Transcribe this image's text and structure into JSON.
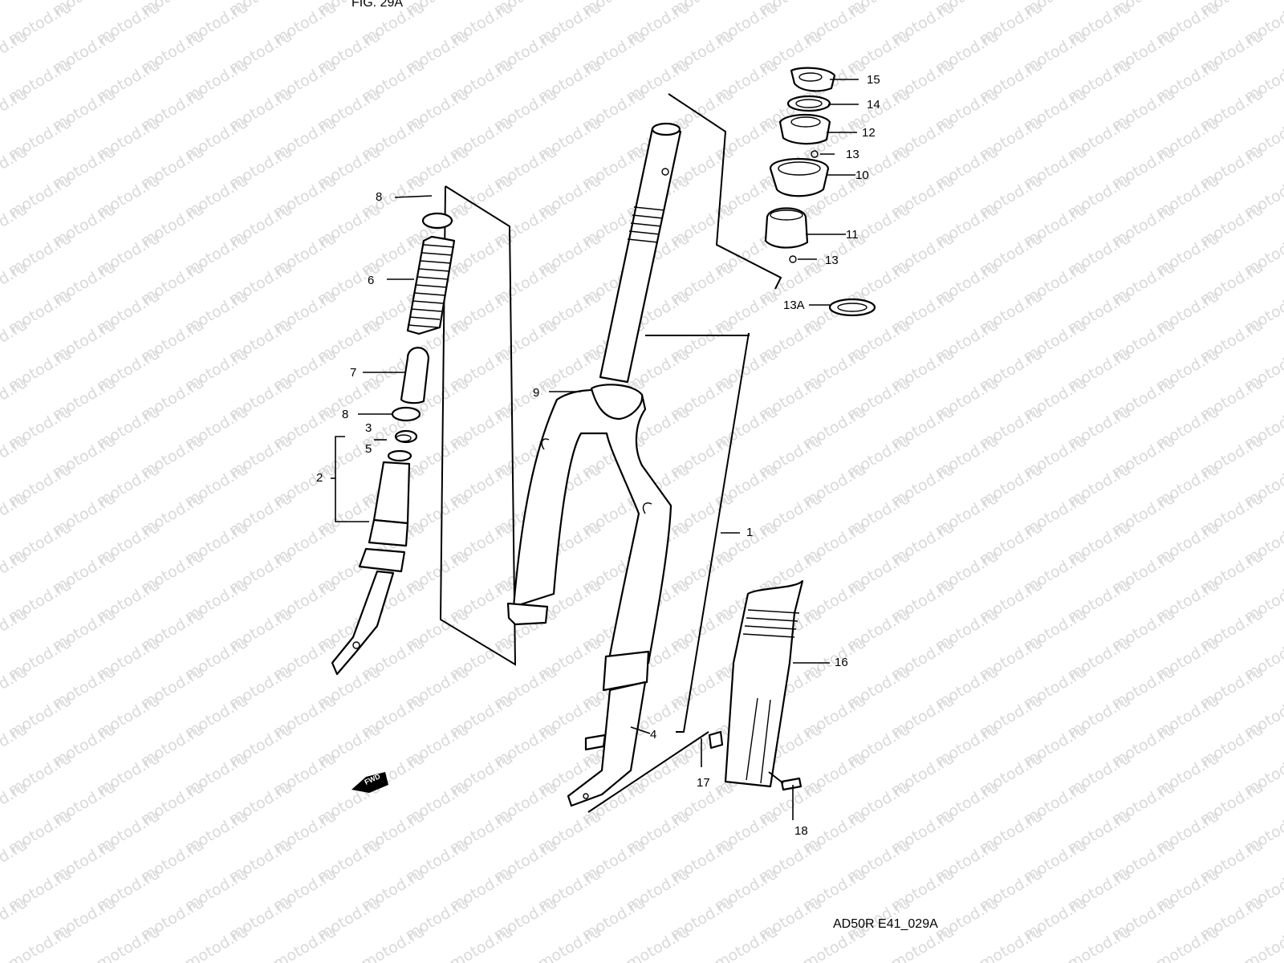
{
  "diagram": {
    "header_fragment": "FIG. 29A",
    "drawing_code": "AD50R E41_029A",
    "direction_badge": "FWD",
    "watermark_text": "motod.ru",
    "colors": {
      "ink": "#000000",
      "paper": "#ffffff",
      "watermark": "#d9d9d9"
    },
    "callouts": {
      "c1": "1",
      "c2": "2",
      "c3": "3",
      "c4": "4",
      "c5": "5",
      "c6": "6",
      "c7": "7",
      "c8a": "8",
      "c8b": "8",
      "c9": "9",
      "c10": "10",
      "c11": "11",
      "c12": "12",
      "c13a": "13",
      "c13b": "13",
      "c13A": "13A",
      "c14": "14",
      "c15": "15",
      "c16": "16",
      "c17": "17",
      "c18": "18"
    }
  }
}
